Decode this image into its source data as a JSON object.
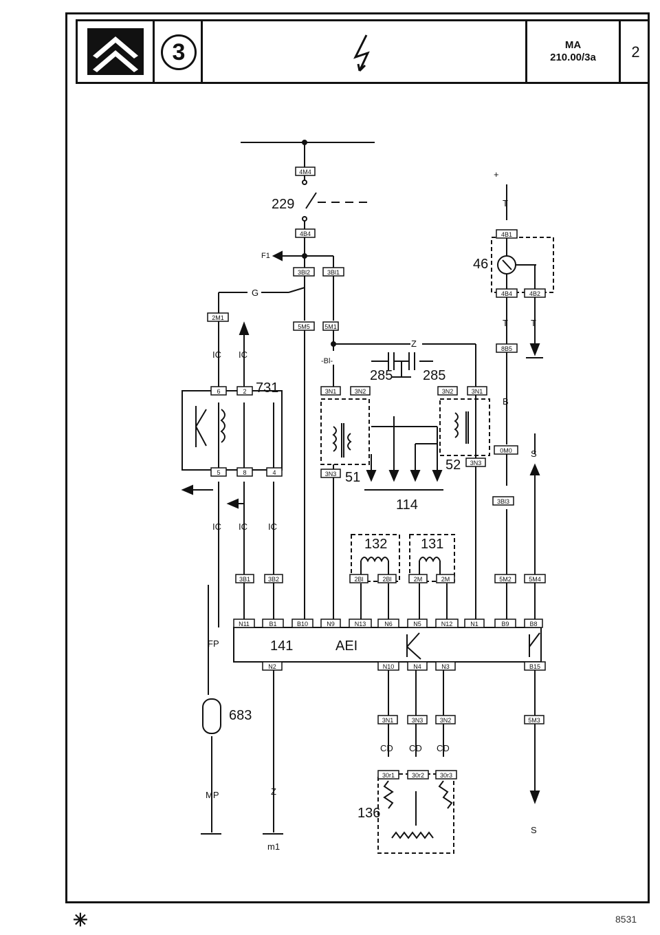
{
  "header": {
    "badge": "3",
    "ref_line1": "MA",
    "ref_line2": "210.00/3a",
    "page": "2"
  },
  "big_labels": {
    "ignition_switch": "229",
    "tach": "46",
    "relay": "731",
    "cond": "285",
    "cond2": "285",
    "cyl": "51",
    "cyl2": "52",
    "plugs": "114",
    "coil1": "132",
    "coil2": "131",
    "ecu": "141",
    "ecu_name": "AEI",
    "pump": "683",
    "pot": "136",
    "ground": "m1"
  },
  "wire_labels": {
    "plus": "+",
    "f1": "F1",
    "g": "G",
    "z": "Z",
    "b": "B",
    "ic": "IC",
    "fp": "FP",
    "mp": "MP",
    "cd": "CD",
    "t": "T",
    "s": "S",
    "bl_dash": "-Bl-"
  },
  "connectors": {
    "c1": "4M4",
    "c2": "4B4",
    "c3": "3Bl2",
    "c4": "3Bl1",
    "c5": "2M1",
    "c6": "5M5",
    "c7": "5M1",
    "c8": "4B1",
    "c9": "4B4",
    "c10": "4B2",
    "c11": "8B5",
    "c12": "0M0",
    "c13": "3Bl3",
    "c14": "3N1",
    "c15": "3N2",
    "c16": "3N2",
    "c17": "3N1",
    "c18": "3N3",
    "c19": "3N3",
    "c20": "6",
    "c21": "2",
    "c22": "5",
    "c23": "8",
    "c24": "4",
    "c25": "3B1",
    "c26": "3B2",
    "c27": "2Bl",
    "c28": "2Bl",
    "c29": "2M",
    "c30": "2M",
    "c31": "5M2",
    "c32": "5M4",
    "e1": "N11",
    "e2": "B1",
    "e3": "B10",
    "e4": "N9",
    "e5": "N13",
    "e6": "N6",
    "e7": "N5",
    "e8": "N12",
    "e9": "N1",
    "e10": "B9",
    "e11": "B8",
    "e12": "N2",
    "e13": "N10",
    "e14": "N4",
    "e15": "N3",
    "e16": "B15",
    "c33": "3N1",
    "c34": "3N3",
    "c35": "3N2",
    "c36": "5M3",
    "c37": "30r1",
    "c38": "30r2",
    "c39": "30r3"
  },
  "footer": {
    "code": "8531"
  }
}
